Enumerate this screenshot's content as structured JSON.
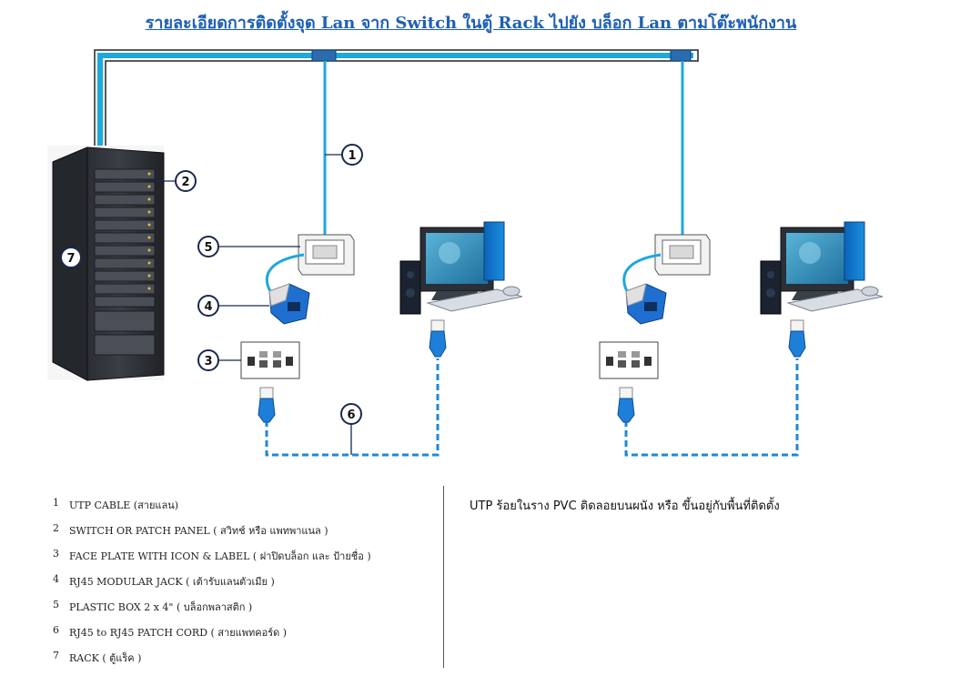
{
  "title": "รายละเอียดการติดตั้งจุด Lan จาก Switch ในตู้ Rack ไปยัง บล็อก Lan ตามโต๊ะพนักงาน",
  "callouts": {
    "c1": "1",
    "c2": "2",
    "c3": "3",
    "c4": "4",
    "c5": "5",
    "c6": "6",
    "c7": "7"
  },
  "legend": [
    {
      "num": "1",
      "text": "UTP CABLE (สายแลน)"
    },
    {
      "num": "2",
      "text": "SWITCH  OR PATCH  PANEL   ( สวิทช์ หรือ แพทพาแนล )"
    },
    {
      "num": "3",
      "text": "FACE PLATE WITH ICON & LABEL  ( ฝาปิดบล็อก และ ป้ายชื่อ )"
    },
    {
      "num": "4",
      "text": "RJ45 MODULAR JACK  ( เต้ารับแลนตัวเมีย )"
    },
    {
      "num": "5",
      "text": "PLASTIC BOX  2 x 4\"  ( บล็อกพลาสติก )"
    },
    {
      "num": "6",
      "text": "RJ45 to RJ45 PATCH CORD  ( สายแพทคอร์ด )"
    },
    {
      "num": "7",
      "text": "RACK  ( ตู้แร็ค )"
    }
  ],
  "note": "UTP ร้อยในราง PVC ติดลอยบนผนัง หรือ ขึ้นอยู่กับพื้นที่ติดตั้ง",
  "colors": {
    "cable": "#1ea8e0",
    "cord": "#1e88d8",
    "title": "#1f5fb5",
    "callout_border": "#1a2a4a",
    "rack": "#2a2d33"
  },
  "icons": {
    "rack": "server-rack-icon",
    "box": "plastic-box-icon",
    "jack": "rj45-jack-icon",
    "faceplate": "faceplate-icon",
    "plug": "rj45-plug-icon",
    "computer": "desktop-computer-icon"
  }
}
